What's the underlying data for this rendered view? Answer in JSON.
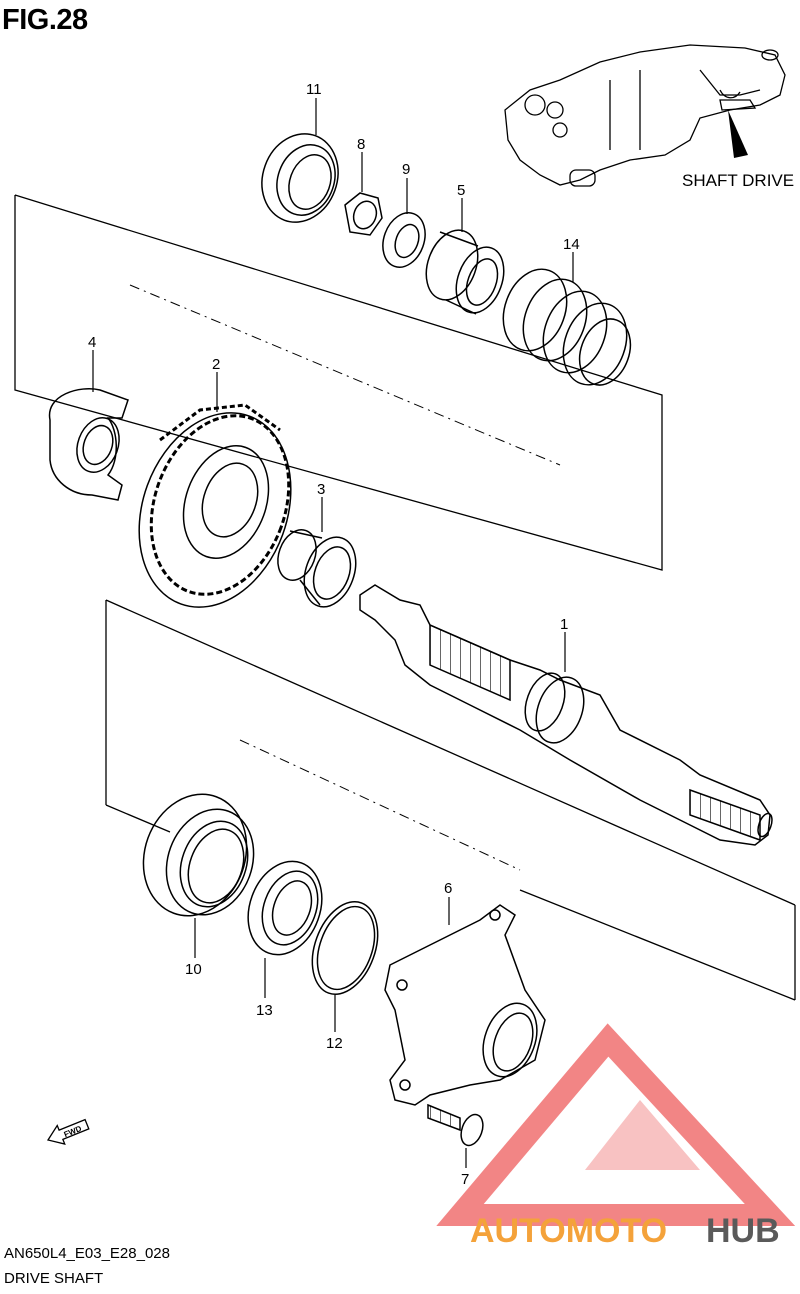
{
  "figure": {
    "title": "FIG.28",
    "code": "AN650L4_E03_E28_028",
    "name": "DRIVE SHAFT"
  },
  "inset": {
    "label": "SHAFT DRIVE"
  },
  "fwd_label": "FWD",
  "watermark": {
    "part1": "AUTOMOTO",
    "part2": "HUB"
  },
  "parts": [
    {
      "ref": "1"
    },
    {
      "ref": "2"
    },
    {
      "ref": "3"
    },
    {
      "ref": "4"
    },
    {
      "ref": "5"
    },
    {
      "ref": "6"
    },
    {
      "ref": "7"
    },
    {
      "ref": "8"
    },
    {
      "ref": "9"
    },
    {
      "ref": "10"
    },
    {
      "ref": "11"
    },
    {
      "ref": "12"
    },
    {
      "ref": "13"
    },
    {
      "ref": "14"
    }
  ],
  "colors": {
    "line": "#000000",
    "watermark_red": "#f07070",
    "watermark_orange": "#f4a23a",
    "watermark_gray": "#5a5a5a"
  }
}
